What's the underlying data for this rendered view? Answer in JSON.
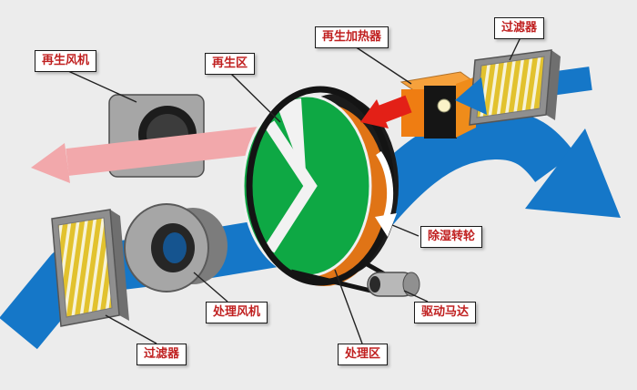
{
  "diagram": {
    "labels": {
      "regen_fan": "再生风机",
      "regen_zone": "再生区",
      "regen_heater": "再生加热器",
      "filter_top": "过滤器",
      "dehumid_wheel": "除湿转轮",
      "drive_motor": "驱动马达",
      "process_zone": "处理区",
      "process_fan": "处理风机",
      "filter_bottom": "过滤器"
    },
    "colors": {
      "process_air": "#1577c8",
      "regen_air": "#f2a8ab",
      "hot_air": "#e32017",
      "wheel_face": "#0ea844",
      "wheel_regen_sector": "#e07416",
      "heater_orange": "#ef7d12",
      "filter_yellow": "#e2c22e",
      "filter_stripe": "#f7f3d8",
      "metal_gray": "#a6a6a6",
      "background": "#ececec"
    }
  }
}
